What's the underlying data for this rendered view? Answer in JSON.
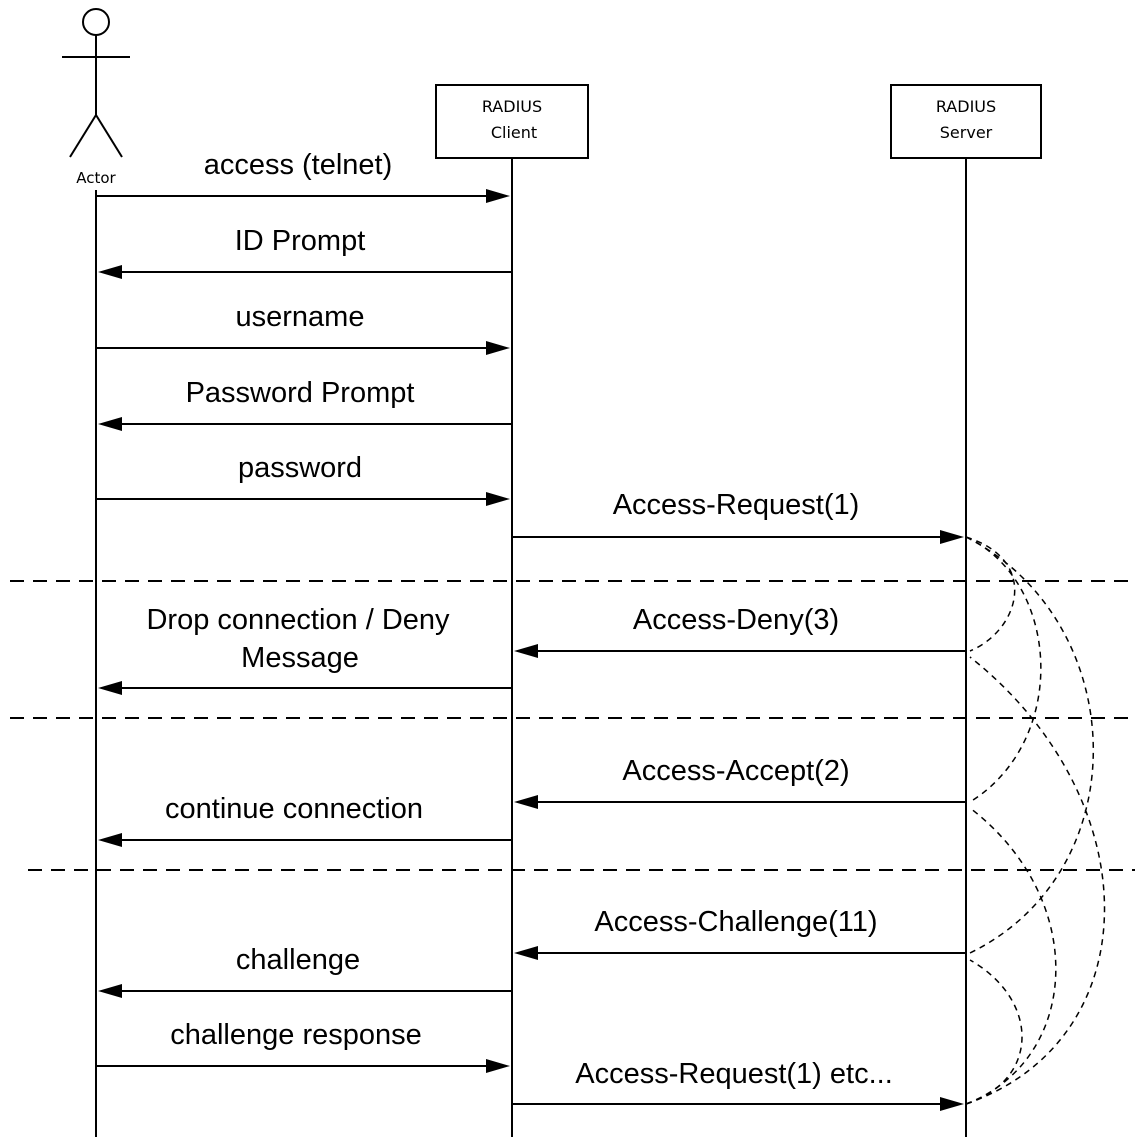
{
  "participants": {
    "actor": "Actor",
    "client": [
      "RADIUS",
      "Client"
    ],
    "server": [
      "RADIUS",
      "Server"
    ]
  },
  "messages": {
    "access_telnet": "access (telnet)",
    "id_prompt": "ID Prompt",
    "username": "username",
    "password_prompt": "Password Prompt",
    "password": "password",
    "access_request": "Access-Request(1)",
    "access_deny": "Access-Deny(3)",
    "drop_connection": [
      "Drop connection / Deny",
      "Message"
    ],
    "access_accept": "Access-Accept(2)",
    "continue_connection": "continue connection",
    "access_challenge": "Access-Challenge(11)",
    "challenge": "challenge",
    "challenge_response": "challenge response",
    "access_request_etc": "Access-Request(1) etc..."
  }
}
